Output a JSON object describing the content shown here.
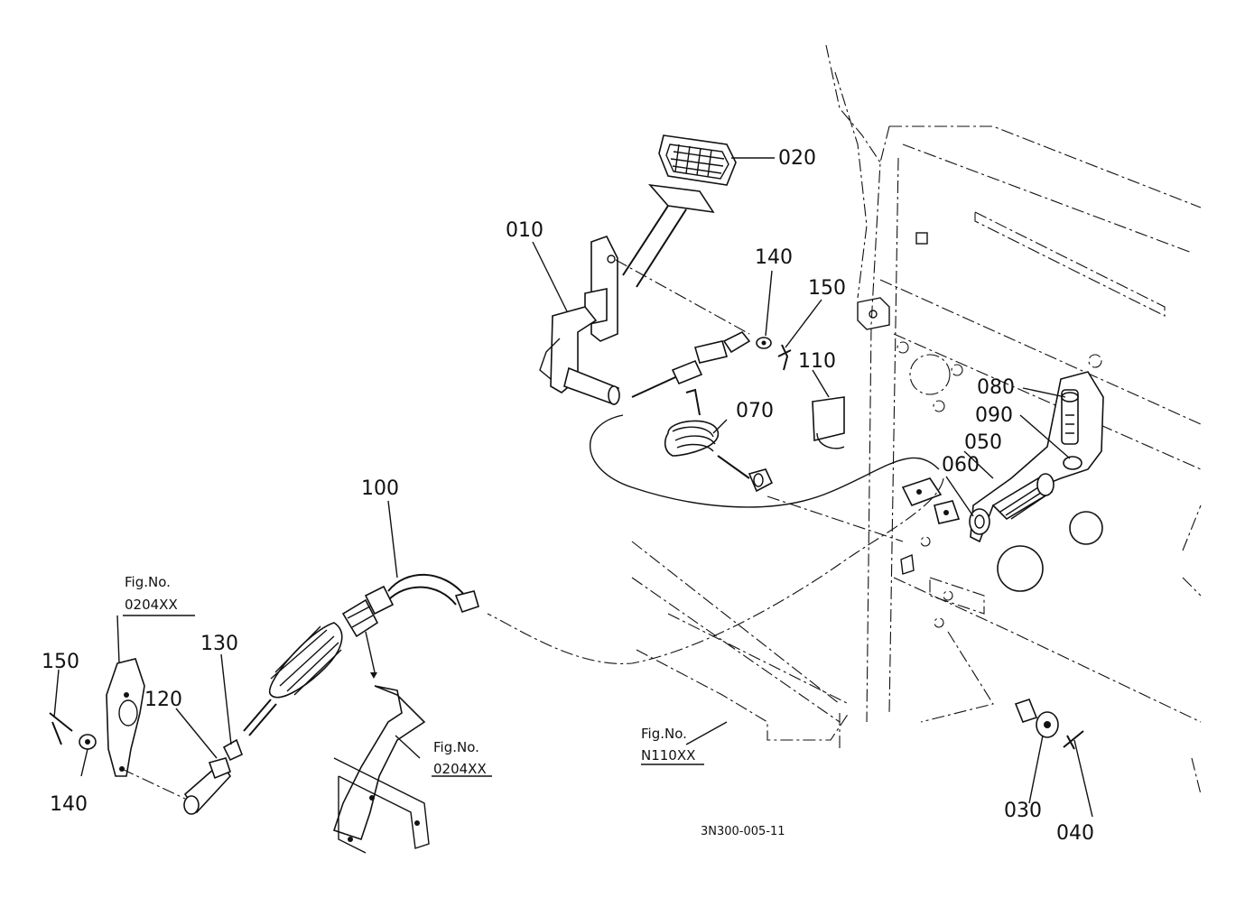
{
  "diagram": {
    "figure_code": "3N300-005-11",
    "parts": [
      {
        "id": "010",
        "label": "010"
      },
      {
        "id": "020",
        "label": "020"
      },
      {
        "id": "030",
        "label": "030"
      },
      {
        "id": "040",
        "label": "040"
      },
      {
        "id": "050",
        "label": "050"
      },
      {
        "id": "060",
        "label": "060"
      },
      {
        "id": "070",
        "label": "070"
      },
      {
        "id": "080",
        "label": "080"
      },
      {
        "id": "090",
        "label": "090"
      },
      {
        "id": "100",
        "label": "100"
      },
      {
        "id": "110",
        "label": "110"
      },
      {
        "id": "120",
        "label": "120"
      },
      {
        "id": "130",
        "label": "130"
      },
      {
        "id": "140",
        "label": "140"
      },
      {
        "id": "150",
        "label": "150"
      }
    ],
    "references": [
      {
        "title": "Fig.No.",
        "code": "0204XX"
      },
      {
        "title": "Fig.No.",
        "code": "0204XX"
      },
      {
        "title": "Fig.No.",
        "code": "N110XX"
      }
    ]
  }
}
